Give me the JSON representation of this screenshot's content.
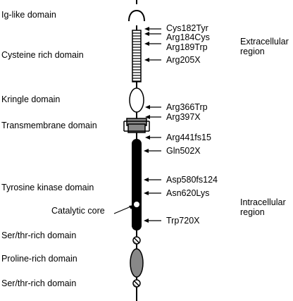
{
  "domains": [
    "Ig-like domain",
    "Cysteine rich domain",
    "Kringle domain",
    "Transmembrane domain",
    "Tyrosine kinase domain",
    "Ser/thr-rich domain",
    "Proline-rich domain",
    "Ser/thr-rich domain"
  ],
  "catalytic_core": "Catalytic core",
  "mutations": [
    "Cys182Tyr",
    "Arg184Cys",
    "Arg189Trp",
    "Arg205X",
    "Arg366Trp",
    "Arg397X",
    "Arg441fs15",
    "Gln502X",
    "Asp580fs124",
    "Asn620Lys",
    "Trp720X"
  ],
  "regions": {
    "extracellular": [
      "Extracellular",
      "region"
    ],
    "intracellular": [
      "Intracellular",
      "region"
    ]
  },
  "colors": {
    "line": "#000000",
    "domain_gray": "#888888",
    "background": "#ffffff"
  }
}
